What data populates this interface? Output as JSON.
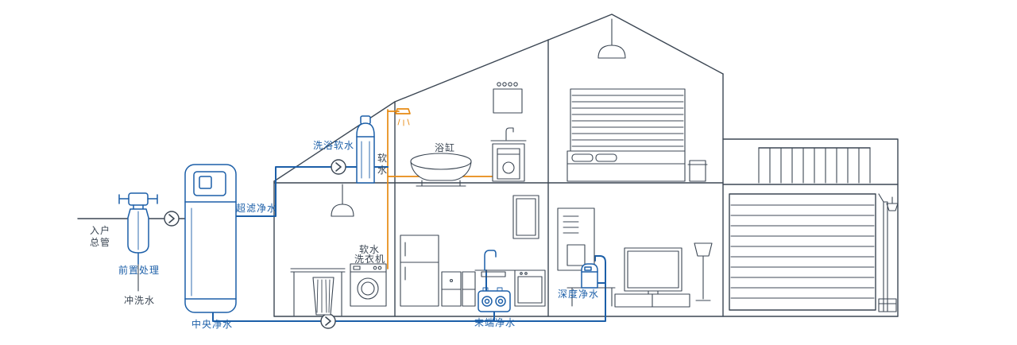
{
  "diagram": {
    "colors": {
      "line": "#3c4754",
      "blue": "#1c5fa8",
      "orange": "#e78a12",
      "background": "#ffffff"
    },
    "labels": {
      "inlet_line1": "入户",
      "inlet_line2": "总管",
      "pre_treatment": "前置处理",
      "flush_water": "冲洗水",
      "central_purifier": "中央净水",
      "ultra_filtration": "超滤净水",
      "bath_softener": "洗浴软水",
      "soft_water_char1": "软",
      "soft_water_char2": "水",
      "bathtub": "浴缸",
      "washer_line1": "软水",
      "washer_line2": "洗衣机",
      "terminal_purifier": "末端净水",
      "deep_purifier": "深度净水"
    }
  }
}
